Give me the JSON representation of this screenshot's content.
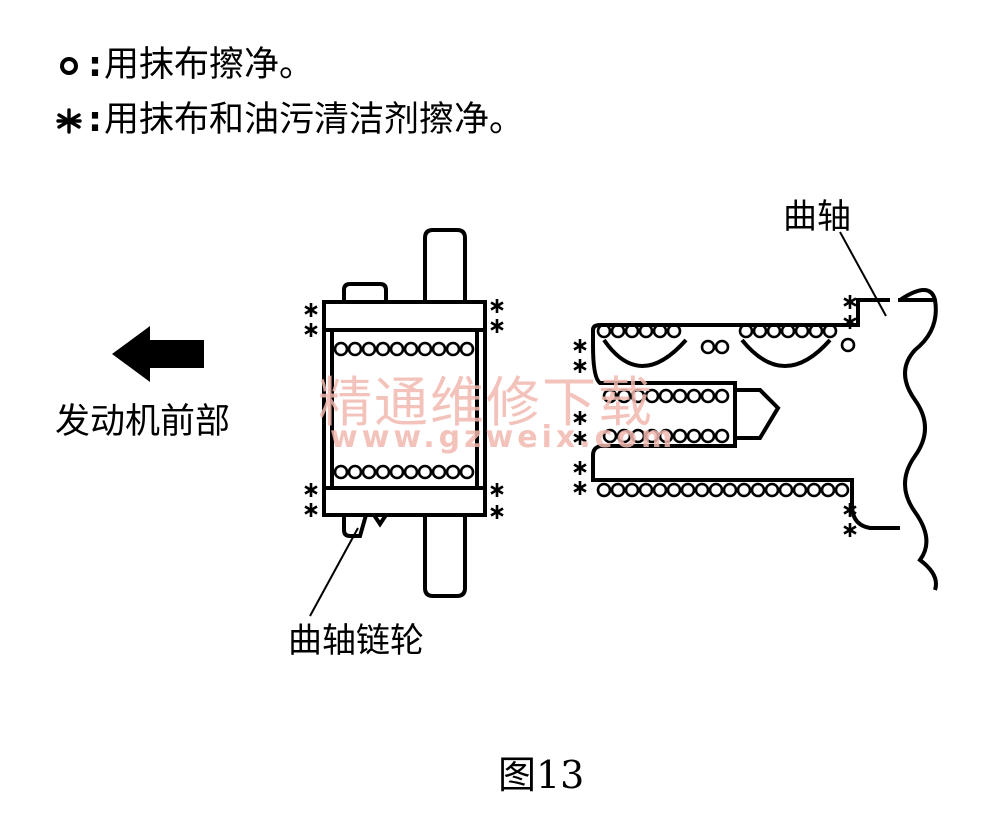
{
  "legend": [
    {
      "symbol": "circle-icon",
      "separator": ":",
      "text": "用抹布擦净。"
    },
    {
      "symbol": "asterisk-icon",
      "separator": ":",
      "text": "用抹布和油污清洁剂擦净。"
    }
  ],
  "labels": {
    "engine_front": "发动机前部",
    "crank_sprocket": "曲轴链轮",
    "crankshaft": "曲轴"
  },
  "caption": "图13",
  "watermark": {
    "text": "精通维修下载",
    "url": "www.gzweix.com"
  },
  "colors": {
    "line": "#000000",
    "watermark": "#f2b9b0"
  },
  "icons": {
    "arrow": "left-arrow-icon"
  }
}
